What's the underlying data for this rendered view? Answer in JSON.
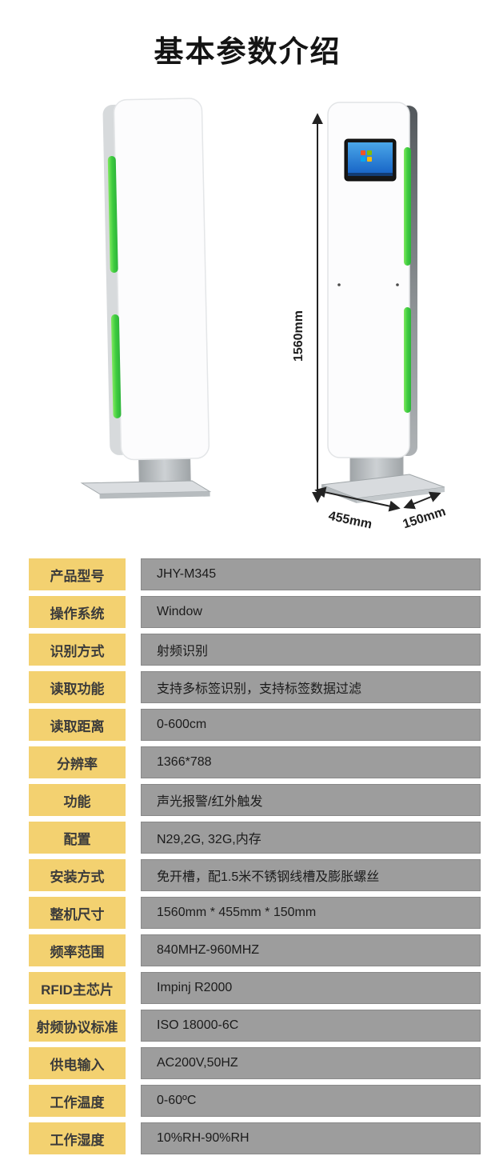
{
  "page": {
    "title": "基本参数介绍"
  },
  "diagram": {
    "height_label": "1560mm",
    "width_label": "455mm",
    "depth_label": "150mm"
  },
  "specs": {
    "rows": [
      {
        "label": "产品型号",
        "value": "JHY-M345"
      },
      {
        "label": "操作系统",
        "value": "Window"
      },
      {
        "label": "识别方式",
        "value": "射频识别"
      },
      {
        "label": "读取功能",
        "value": "支持多标签识别，支持标签数据过滤"
      },
      {
        "label": "读取距离",
        "value": "0-600cm"
      },
      {
        "label": "分辨率",
        "value": "1366*788"
      },
      {
        "label": "功能",
        "value": "声光报警/红外触发"
      },
      {
        "label": "配置",
        "value": "N29,2G, 32G,内存"
      },
      {
        "label": "安装方式",
        "value": "免开槽，配1.5米不锈钢线槽及膨胀螺丝"
      },
      {
        "label": "整机尺寸",
        "value": "1560mm * 455mm * 150mm"
      },
      {
        "label": "频率范围",
        "value": "840MHZ-960MHZ"
      },
      {
        "label": "RFID主芯片",
        "value": "Impinj R2000"
      },
      {
        "label": "射频协议标准",
        "value": "ISO 18000-6C"
      },
      {
        "label": "供电输入",
        "value": "AC200V,50HZ"
      },
      {
        "label": "工作温度",
        "value": "0-60ºC"
      },
      {
        "label": "工作湿度",
        "value": "10%RH-90%RH"
      }
    ]
  },
  "colors": {
    "accent_yellow": "#f3d170",
    "value_gray": "#9d9d9d",
    "led_green": "#3ecb3f",
    "screen_blue": "#1460c4"
  }
}
